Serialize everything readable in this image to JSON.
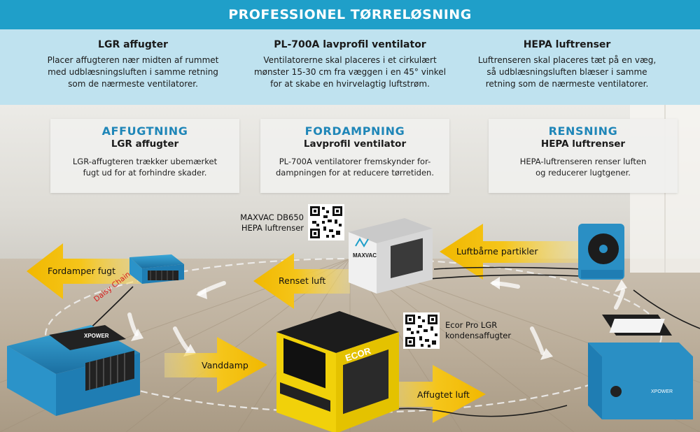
{
  "header": {
    "title": "PROFESSIONEL TØRRELØSNING"
  },
  "intro": [
    {
      "title": "LGR affugter",
      "lines": [
        "Placer affugteren nær midten af rummet",
        "med udblæsningsluften i samme retning",
        "som de nærmeste ventilatorer."
      ]
    },
    {
      "title": "PL-700A lavprofil ventilator",
      "lines": [
        "Ventilatorerne skal placeres i et cirkulært",
        "mønster 15-30 cm fra væggen i en 45° vinkel",
        "for at skabe en hvirvelagtig luftstrøm."
      ]
    },
    {
      "title": "HEPA luftrenser",
      "lines": [
        "Luftrenseren skal placeres tæt på en væg,",
        "så udblæsningsluften blæser i samme",
        "retning som de nærmeste ventilatorer."
      ]
    }
  ],
  "boxes": [
    {
      "category": "AFFUGTNING",
      "subtitle": "LGR affugter",
      "lines": [
        "LGR-affugteren trækker ubemærket",
        "fugt ud for at forhindre skader."
      ]
    },
    {
      "category": "FORDAMPNING",
      "subtitle": "Lavprofil ventilator",
      "lines": [
        "PL-700A ventilatorer fremskynder for-",
        "dampningen for at reducere tørretiden."
      ]
    },
    {
      "category": "RENSNING",
      "subtitle": "HEPA luftrenser",
      "lines": [
        "HEPA-luftrenseren renser luften",
        "og reducerer lugtgener."
      ]
    }
  ],
  "arrows": {
    "fordamper": "Fordamper fugt",
    "renset": "Renset luft",
    "luftbaarne": "Luftbårne partikler",
    "vanddamp": "Vanddamp",
    "affugtet": "Affugtet luft"
  },
  "qr": {
    "maxvac": [
      "MAXVAC DB650",
      "HEPA luftrenser"
    ],
    "ecor": [
      "Ecor Pro LGR",
      "kondensaffugter"
    ]
  },
  "daisy_chain": "Daisy Chain",
  "product_text": {
    "maxvac_brand": "MAXVAC",
    "ecor_brand": "ECOR",
    "xpower_brand": "XPOWER"
  },
  "colors": {
    "title_blue": "#1f9fc9",
    "intro_band": "#bfe2ef",
    "category_blue": "#1f86b8",
    "arrow_yellow": "#f5c51a",
    "fan_blue": "#2a8fc4",
    "daisy_red": "#d81b1b",
    "ecor_yellow": "#f1d10a"
  },
  "icons": {
    "fan": "air-mover-icon",
    "dehumidifier": "dehumidifier-icon",
    "air_purifier": "air-purifier-icon",
    "qr": "qr-code-icon"
  }
}
